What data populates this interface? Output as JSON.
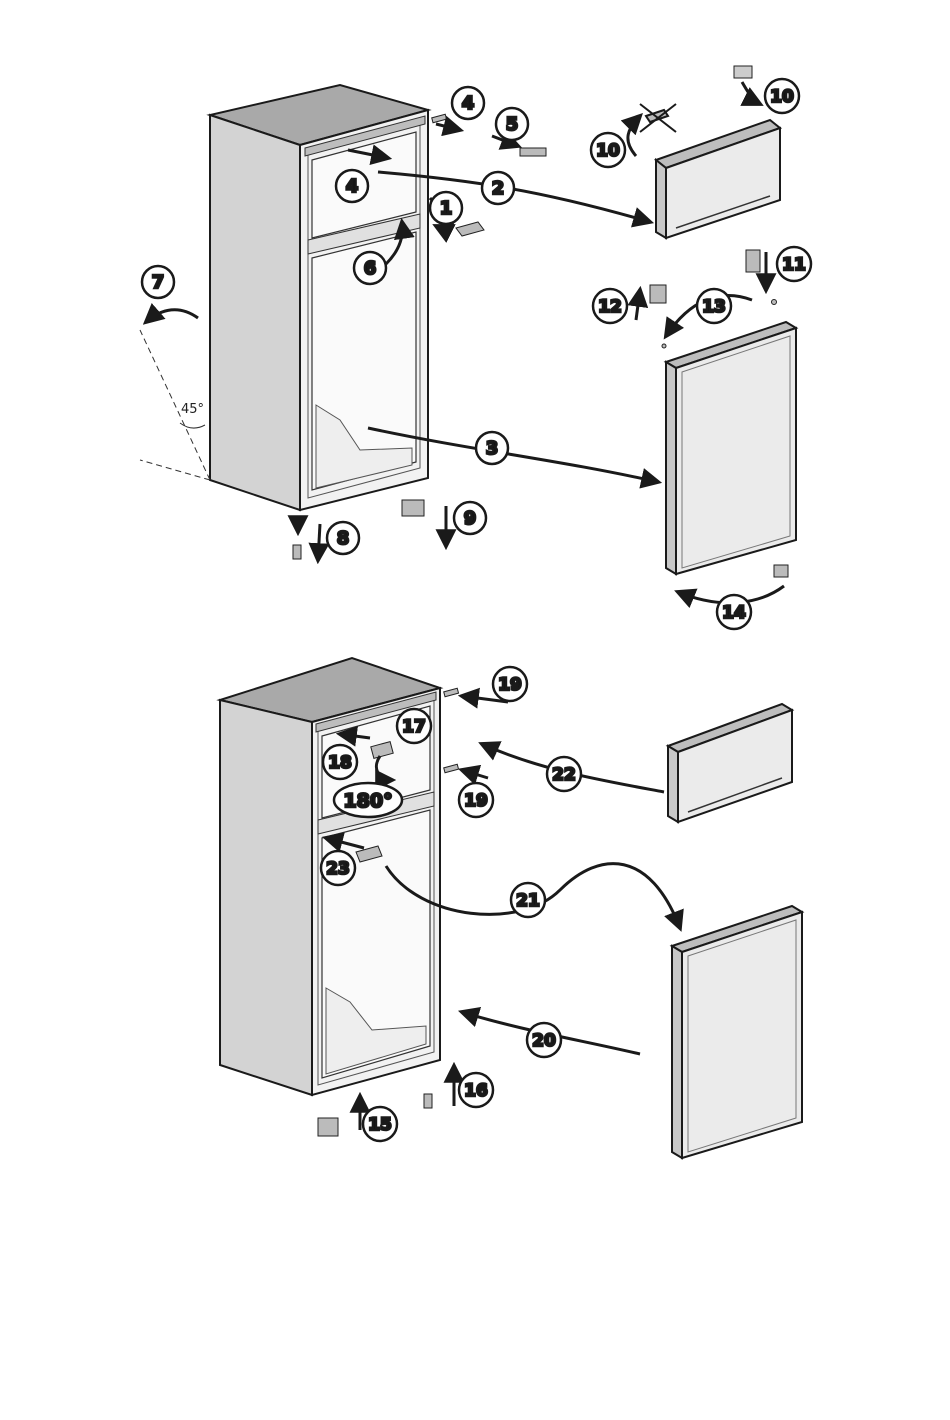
{
  "figure": {
    "step_labels": {
      "s1": "1",
      "s2": "2",
      "s3": "3",
      "s4a": "4",
      "s4b": "4",
      "s5": "5",
      "s6": "6",
      "s7": "7",
      "s8": "8",
      "s9": "9",
      "s10a": "10",
      "s10b": "10",
      "s11": "11",
      "s12": "12",
      "s13": "13",
      "s14": "14",
      "s15": "15",
      "s16": "16",
      "s17": "17",
      "s18": "18",
      "s19a": "19",
      "s19b": "19",
      "s20": "20",
      "s21": "21",
      "s22": "22",
      "s23": "23"
    },
    "angle_label": "45°",
    "rotation_label": "180°"
  },
  "colors": {
    "line": "#1a1a1a",
    "cabinet_side": "#d4d4d4",
    "cabinet_top": "#a8a8a8",
    "door_face": "#ebebeb",
    "door_edge": "#c8c8c8"
  }
}
